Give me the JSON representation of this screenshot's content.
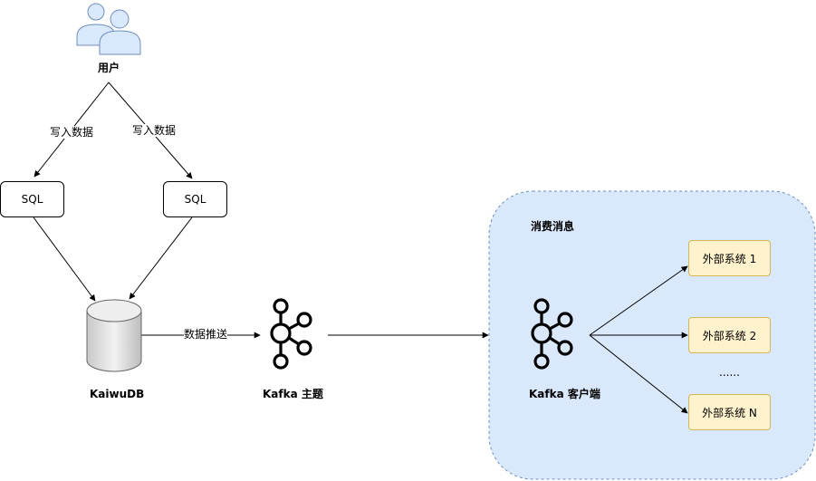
{
  "user": {
    "label": "用户"
  },
  "edges": {
    "write_left": "写入数据",
    "write_right": "写入数据",
    "push": "数据推送"
  },
  "sql_boxes": [
    "SQL",
    "SQL"
  ],
  "database": {
    "label": "KaiwuDB"
  },
  "kafka_topic": {
    "label": "Kafka 主题"
  },
  "consumer_group": {
    "title": "消费消息",
    "client_label": "Kafka 客户端",
    "systems": [
      "外部系统 1",
      "外部系统 2",
      "外部系统 N"
    ],
    "ellipsis": "......"
  },
  "colors": {
    "group_fill": "#dae8fc",
    "group_stroke": "#6c8ebf",
    "external_fill": "#fff2cc",
    "external_stroke": "#d6b656",
    "user_icon": "#dae8fc",
    "line": "#000000"
  },
  "icons": [
    "users-icon",
    "database-icon",
    "kafka-icon"
  ]
}
